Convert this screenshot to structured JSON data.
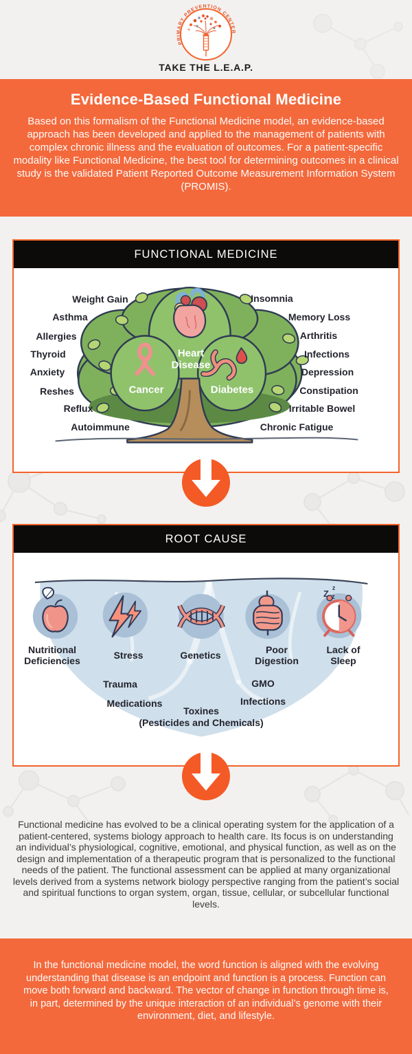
{
  "page": {
    "background": "#F2F1EF",
    "accent_orange": "#F4632A",
    "banner_orange": "#F3693C",
    "header_black": "#0D0B0A",
    "bowl_blue": "#CFDFEB",
    "icon_circle_blue": "#A9C0D6",
    "tree_green": "#7FB15C",
    "illustration_pink": "#F0948A"
  },
  "logo": {
    "arc_text": "PRIMARY PREVENTION CENTER",
    "tagline": "TAKE THE L.E.A.P."
  },
  "intro": {
    "title": "Evidence-Based Functional Medicine",
    "body": "Based on this formalism of the Functional Medicine model, an evidence-based approach has been developed and applied to the management of patients with complex chronic illness and the evaluation of outcomes. For a patient-specific modality like Functional Medicine, the best tool for determining outcomes in a clinical study is the validated Patient Reported Outcome Measurement Information System (PROMIS)."
  },
  "functional_medicine": {
    "header": "FUNCTIONAL MEDICINE",
    "left_labels": [
      "Weight Gain",
      "Asthma",
      "Allergies",
      "Thyroid",
      "Anxiety",
      "Reshes",
      "Reflux",
      "Autoimmune"
    ],
    "right_labels": [
      "Insomnia",
      "Memory Loss",
      "Arthritis",
      "Infections",
      "Depression",
      "Constipation",
      "Irritable Bowel",
      "Chronic Fatigue"
    ],
    "tree": {
      "center_label": "Heart Disease",
      "left_label": "Cancer",
      "right_label": "Diabetes"
    }
  },
  "root_cause": {
    "header": "ROOT CAUSE",
    "primary": [
      {
        "icon": "apple-icon",
        "label": "Nutritional Deficiencies"
      },
      {
        "icon": "lightning-bolt-icon",
        "label": "Stress"
      },
      {
        "icon": "dna-icon",
        "label": "Genetics"
      },
      {
        "icon": "intestines-icon",
        "label": "Poor Digestion"
      },
      {
        "icon": "alarm-clock-icon",
        "label": "Lack of Sleep"
      }
    ],
    "secondary": [
      "Trauma",
      "GMO",
      "Medications",
      "Infections",
      "Toxines",
      "(Pesticides and Chemicals)"
    ],
    "zzz": [
      "z",
      "Z",
      "z"
    ]
  },
  "description": "Functional medicine has evolved to be a clinical operating system for the application of a patient-centered, systems biology approach to health care. Its focus is on understanding an individual’s physiological, cognitive, emotional, and physical function, as well as on the design and implementation of a therapeutic program that is personalized to the functional needs of the patient. The functional assessment can be applied at many organizational levels derived from a systems network biology perspective ranging from the patient’s social and spiritual functions to organ system, organ, tissue, cellular, or subcellular functional levels.",
  "footer": "In the functional medicine model, the word function is aligned with the evolving understanding that disease is an endpoint and function is a process. Function can move both forward and backward. The vector of change in function through time is, in part, determined by the unique interaction of an individual’s genome with their environment, diet, and lifestyle."
}
